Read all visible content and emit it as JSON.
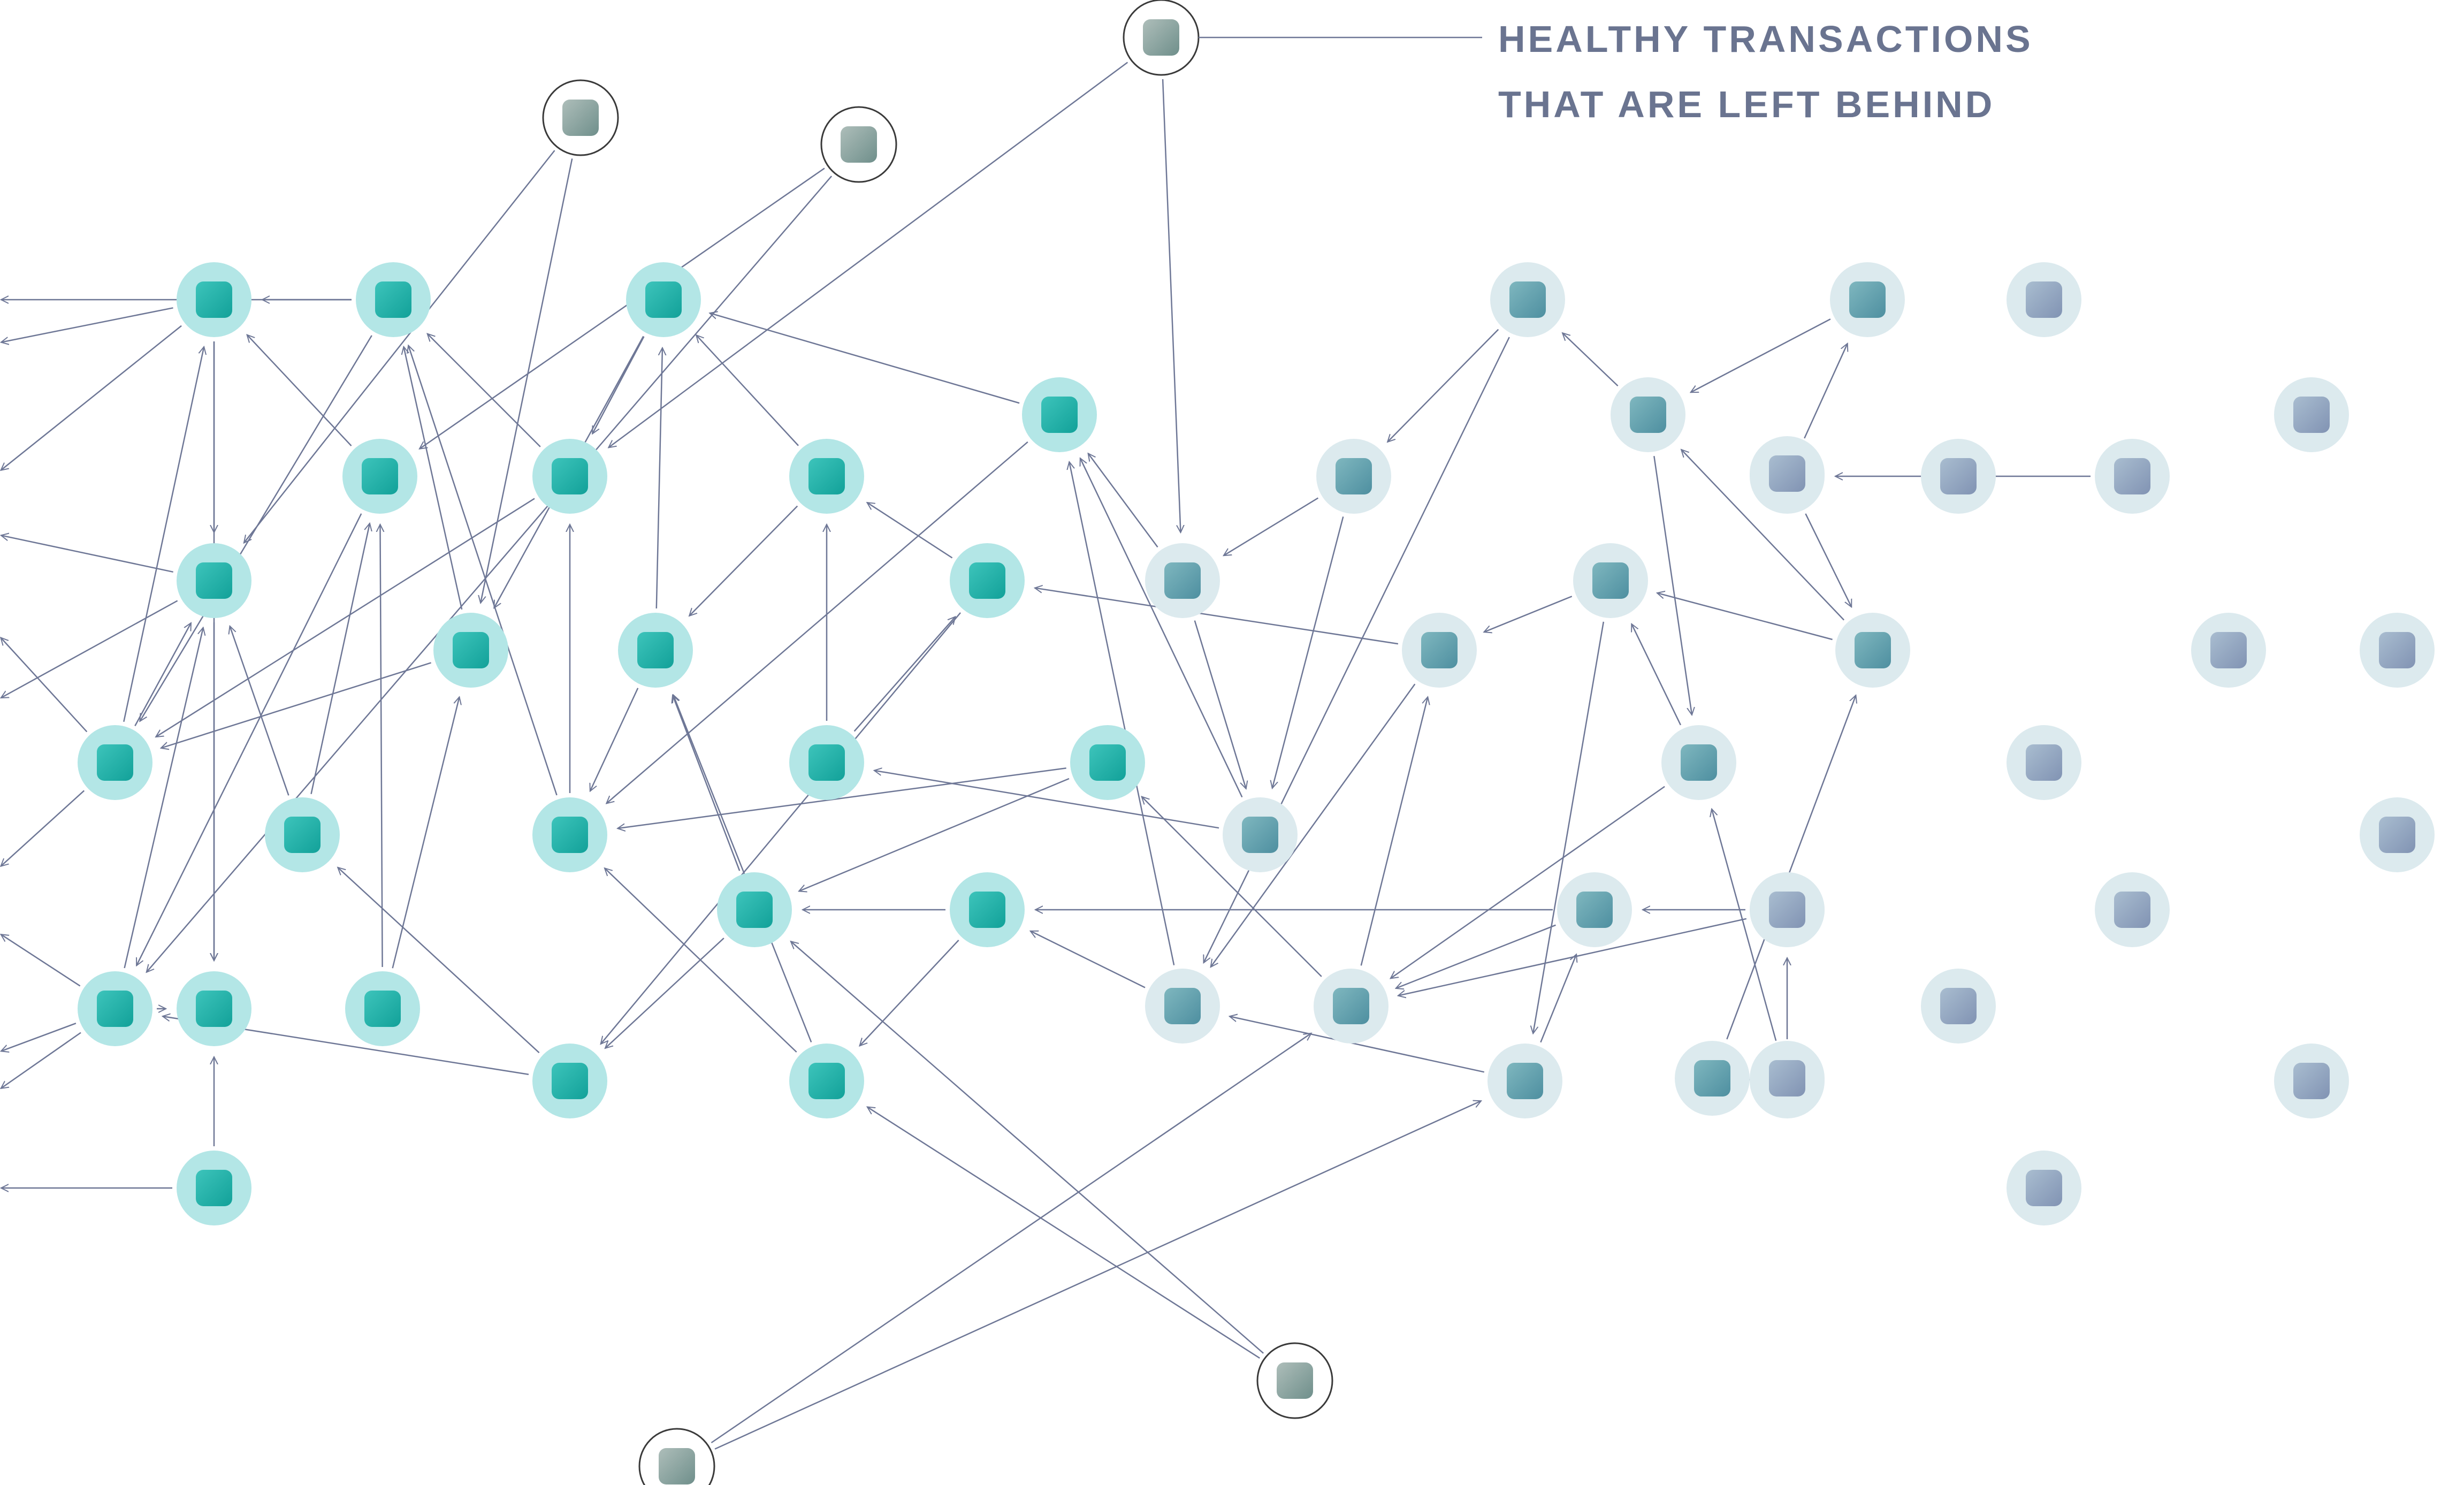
{
  "callout": {
    "line1": "HEALTHY TRANSACTIONS",
    "line2": "THAT ARE LEFT BEHIND"
  },
  "colors": {
    "edge": "#6e7796",
    "healthy_halo": "#b3e6e6",
    "healthy_square_light": "#3dc4bb",
    "healthy_square_dark": "#12a199",
    "fading_halo": "#dceaee",
    "fading_square": "#97a8c0",
    "left_behind_ring": "#3a3a3a",
    "left_behind_square": "#9bbcb7",
    "callout_text": "#6a7490"
  },
  "nodes": [
    {
      "id": "A1",
      "kind": "healthy"
    },
    {
      "id": "A2",
      "kind": "healthy"
    },
    {
      "id": "A3",
      "kind": "healthy"
    },
    {
      "id": "B1",
      "kind": "healthy"
    },
    {
      "id": "B2",
      "kind": "healthy"
    },
    {
      "id": "B3",
      "kind": "healthy"
    },
    {
      "id": "C1",
      "kind": "healthy"
    },
    {
      "id": "C2",
      "kind": "healthy"
    },
    {
      "id": "C3",
      "kind": "healthy"
    },
    {
      "id": "C4",
      "kind": "healthy"
    },
    {
      "id": "C5",
      "kind": "healthy"
    },
    {
      "id": "D1",
      "kind": "healthy"
    },
    {
      "id": "D2",
      "kind": "healthy"
    },
    {
      "id": "D3",
      "kind": "healthy"
    },
    {
      "id": "E1",
      "kind": "healthy"
    },
    {
      "id": "E2",
      "kind": "healthy"
    },
    {
      "id": "E3",
      "kind": "healthy"
    },
    {
      "id": "F1",
      "kind": "healthy"
    },
    {
      "id": "F2",
      "kind": "healthy"
    },
    {
      "id": "G1",
      "kind": "healthy"
    },
    {
      "id": "G2",
      "kind": "healthy"
    },
    {
      "id": "G3",
      "kind": "healthy"
    },
    {
      "id": "G4",
      "kind": "healthy"
    },
    {
      "id": "G5",
      "kind": "healthy"
    },
    {
      "id": "H1",
      "kind": "mid"
    },
    {
      "id": "H2",
      "kind": "mid"
    },
    {
      "id": "H3",
      "kind": "mid"
    },
    {
      "id": "I1",
      "kind": "mid"
    },
    {
      "id": "I2",
      "kind": "mid"
    },
    {
      "id": "I3",
      "kind": "mid"
    },
    {
      "id": "J1",
      "kind": "mid"
    },
    {
      "id": "J2",
      "kind": "mid"
    },
    {
      "id": "K1",
      "kind": "mid"
    },
    {
      "id": "K2",
      "kind": "mid"
    },
    {
      "id": "K3",
      "kind": "mid"
    },
    {
      "id": "K4",
      "kind": "mid"
    },
    {
      "id": "L1",
      "kind": "mid"
    },
    {
      "id": "L2",
      "kind": "mid"
    },
    {
      "id": "L3",
      "kind": "mid"
    },
    {
      "id": "M1",
      "kind": "mid"
    },
    {
      "id": "M2",
      "kind": "mid"
    },
    {
      "id": "M3",
      "kind": "mid"
    },
    {
      "id": "N1",
      "kind": "fading"
    },
    {
      "id": "N2",
      "kind": "fading"
    },
    {
      "id": "N3",
      "kind": "fading"
    },
    {
      "id": "N4",
      "kind": "fading"
    },
    {
      "id": "N5",
      "kind": "fading"
    },
    {
      "id": "N6",
      "kind": "fading"
    },
    {
      "id": "N7",
      "kind": "fading"
    },
    {
      "id": "N8",
      "kind": "fading"
    },
    {
      "id": "N9",
      "kind": "fading"
    },
    {
      "id": "N10",
      "kind": "fading"
    },
    {
      "id": "N11",
      "kind": "fading"
    },
    {
      "id": "N12",
      "kind": "fading"
    },
    {
      "id": "N13",
      "kind": "fading"
    },
    {
      "id": "N14",
      "kind": "fading"
    },
    {
      "id": "N15",
      "kind": "fading"
    },
    {
      "id": "P1",
      "kind": "left-behind"
    },
    {
      "id": "P2",
      "kind": "left-behind"
    },
    {
      "id": "P3",
      "kind": "left-behind"
    },
    {
      "id": "P4",
      "kind": "left-behind"
    },
    {
      "id": "P5",
      "kind": "left-behind"
    }
  ],
  "edges": [
    [
      "A1",
      "A2"
    ],
    [
      "A1",
      "A3"
    ],
    [
      "A2",
      "A3"
    ],
    [
      "B1",
      "A1"
    ],
    [
      "B1",
      "A2"
    ],
    [
      "B2",
      "A2"
    ],
    [
      "B2",
      "A3"
    ],
    [
      "B3",
      "A3"
    ],
    [
      "C1",
      "A1"
    ],
    [
      "C1",
      "B1"
    ],
    [
      "C2",
      "A1"
    ],
    [
      "C2",
      "B2"
    ],
    [
      "C3",
      "A2"
    ],
    [
      "C3",
      "C2"
    ],
    [
      "C4",
      "B1"
    ],
    [
      "C4",
      "C1"
    ],
    [
      "C5",
      "C4"
    ],
    [
      "C5",
      "C2"
    ],
    [
      "D1",
      "C1"
    ],
    [
      "D1",
      "B1"
    ],
    [
      "D2",
      "D1"
    ],
    [
      "D2",
      "C1"
    ],
    [
      "D3",
      "C3"
    ],
    [
      "D3",
      "B2"
    ],
    [
      "E1",
      "D1"
    ],
    [
      "E1",
      "C4"
    ],
    [
      "E2",
      "E1"
    ],
    [
      "E2",
      "D2"
    ],
    [
      "E3",
      "D3"
    ],
    [
      "E3",
      "E2"
    ],
    [
      "F1",
      "E1"
    ],
    [
      "F1",
      "E2"
    ],
    [
      "F2",
      "E2"
    ],
    [
      "F2",
      "D2"
    ],
    [
      "G1",
      "D2"
    ],
    [
      "G1",
      "E1"
    ],
    [
      "G2",
      "F1"
    ],
    [
      "G2",
      "D3"
    ],
    [
      "G3",
      "G2"
    ],
    [
      "G3",
      "F1"
    ],
    [
      "G4",
      "F2"
    ],
    [
      "G4",
      "E3"
    ],
    [
      "G5",
      "D2"
    ],
    [
      "G5",
      "E3"
    ],
    [
      "H1",
      "G1"
    ],
    [
      "H1",
      "H2"
    ],
    [
      "H2",
      "G1"
    ],
    [
      "H2",
      "G3"
    ],
    [
      "H3",
      "G1"
    ],
    [
      "H3",
      "G4"
    ],
    [
      "I1",
      "H1"
    ],
    [
      "I1",
      "H2"
    ],
    [
      "I2",
      "H3"
    ],
    [
      "I2",
      "G2"
    ],
    [
      "I3",
      "G5"
    ],
    [
      "I3",
      "I2"
    ],
    [
      "J1",
      "G4"
    ],
    [
      "J1",
      "I3"
    ],
    [
      "J2",
      "H3"
    ],
    [
      "J2",
      "J1"
    ],
    [
      "K1",
      "I1"
    ],
    [
      "K1",
      "H3"
    ],
    [
      "K2",
      "J2"
    ],
    [
      "K2",
      "I2"
    ],
    [
      "K3",
      "K2"
    ],
    [
      "K3",
      "I3"
    ],
    [
      "K4",
      "I3"
    ],
    [
      "K4",
      "J1"
    ],
    [
      "L1",
      "K1"
    ],
    [
      "L1",
      "K3"
    ],
    [
      "L2",
      "K2"
    ],
    [
      "L2",
      "L1"
    ],
    [
      "L3",
      "K4"
    ],
    [
      "L3",
      "K3"
    ],
    [
      "M1",
      "L1"
    ],
    [
      "M2",
      "L2"
    ],
    [
      "M2",
      "M1"
    ],
    [
      "M3",
      "L3"
    ],
    [
      "M3",
      "L2"
    ],
    [
      "N4",
      "M2"
    ],
    [
      "P1",
      "H1"
    ],
    [
      "P1",
      "D1"
    ],
    [
      "P2",
      "C4"
    ],
    [
      "P2",
      "A2"
    ],
    [
      "P3",
      "B2"
    ],
    [
      "P3",
      "C2"
    ],
    [
      "P4",
      "J2"
    ],
    [
      "P4",
      "I3"
    ],
    [
      "P5",
      "F2"
    ],
    [
      "P5",
      "E3"
    ]
  ]
}
